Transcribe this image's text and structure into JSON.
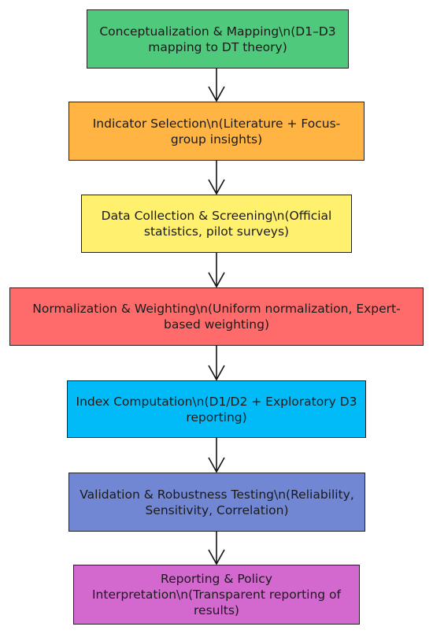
{
  "flowchart": {
    "steps": [
      {
        "text": "Conceptualization & Mapping\\n(D1–D3 mapping to DT theory)",
        "color": "#4fc97c"
      },
      {
        "text": "Indicator Selection\\n(Literature + Focus-group insights)",
        "color": "#ffb444"
      },
      {
        "text": "Data Collection & Screening\\n(Official statistics, pilot surveys)",
        "color": "#fff06e"
      },
      {
        "text": "Normalization & Weighting\\n(Uniform normalization, Expert-based weighting)",
        "color": "#ff6b6b"
      },
      {
        "text": "Index Computation\\n(D1/D2 + Exploratory D3 reporting)",
        "color": "#00bbf7"
      },
      {
        "text": "Validation & Robustness Testing\\n(Reliability, Sensitivity, Correlation)",
        "color": "#7287d3"
      },
      {
        "text": "Reporting & Policy Interpretation\\n(Transparent reporting of results)",
        "color": "#d369cf"
      }
    ],
    "arrow_color": "#111111"
  }
}
